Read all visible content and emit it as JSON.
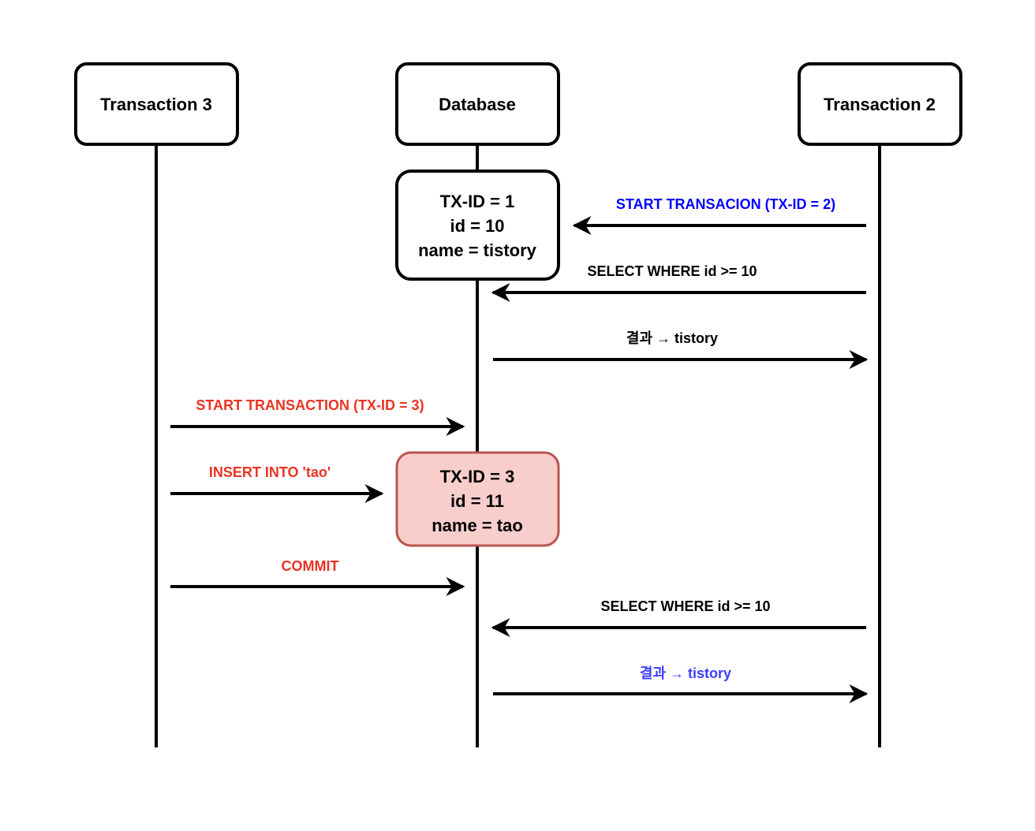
{
  "participants": {
    "transaction3": {
      "label": "Transaction 3"
    },
    "database": {
      "label": "Database"
    },
    "transaction2": {
      "label": "Transaction 2"
    }
  },
  "records": {
    "tx1": {
      "lines": [
        "TX-ID = 1",
        "id = 10",
        "name = tistory"
      ],
      "fill_color": "#ffffff",
      "stroke_color": "#000000"
    },
    "tx3": {
      "lines": [
        "TX-ID = 3",
        "id = 11",
        "name = tao"
      ],
      "fill_color": "#f8cecc",
      "stroke_color": "#b85450"
    }
  },
  "messages": {
    "start_tx2": {
      "label": "START TRANSACION (TX-ID = 2)",
      "color": "#0000ff",
      "direction": "to-database",
      "from": "Transaction 2"
    },
    "select_1": {
      "label": "SELECT WHERE id >= 10",
      "color": "#000000",
      "direction": "to-database",
      "from": "Transaction 2"
    },
    "result_1": {
      "label": "결과 → tistory",
      "color": "#000000",
      "direction": "to-transaction2",
      "from": "Database"
    },
    "start_tx3": {
      "label": "START TRANSACTION (TX-ID = 3)",
      "color": "#ea3323",
      "direction": "to-database",
      "from": "Transaction 3"
    },
    "insert": {
      "label": "INSERT INTO 'tao'",
      "color": "#ea3323",
      "direction": "to-database",
      "from": "Transaction 3"
    },
    "commit": {
      "label": "COMMIT",
      "color": "#ea3323",
      "direction": "to-database",
      "from": "Transaction 3"
    },
    "select_2": {
      "label": "SELECT WHERE id >= 10",
      "color": "#000000",
      "direction": "to-database",
      "from": "Transaction 2"
    },
    "result_2": {
      "label": "결과 → tistory",
      "color": "#3d3dff",
      "direction": "to-transaction2",
      "from": "Database"
    }
  }
}
